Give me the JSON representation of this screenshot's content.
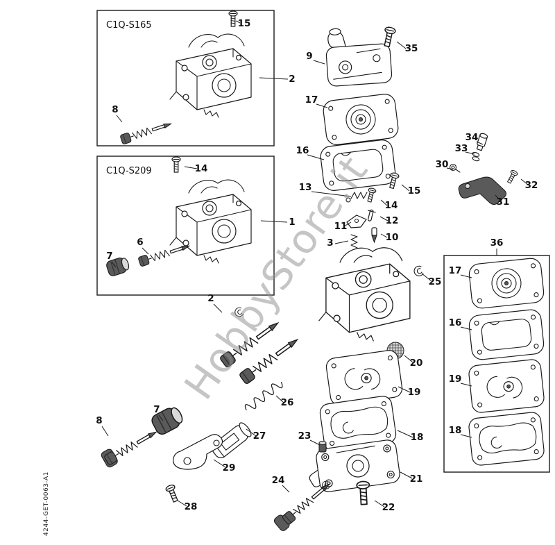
{
  "watermark": "HobbyStore.it",
  "drawing_number": "4244-GET-0063-A1",
  "inset_boxes": {
    "box1_label": "C1Q-S165",
    "box2_label": "C1Q-S209"
  },
  "callouts": [
    "15",
    "2",
    "8",
    "14",
    "1",
    "6",
    "7",
    "9",
    "35",
    "17",
    "16",
    "13",
    "15",
    "14",
    "12",
    "11",
    "10",
    "3",
    "25",
    "34",
    "33",
    "30",
    "32",
    "31",
    "36",
    "17",
    "16",
    "19",
    "18",
    "20",
    "19",
    "18",
    "21",
    "22",
    "23",
    "24",
    "26",
    "27",
    "29",
    "28",
    "2",
    "7",
    "8"
  ],
  "colors": {
    "line": "#1a1a1a",
    "dark_part": "#5a5a5a",
    "watermark": "#8f8f8f",
    "background": "#ffffff"
  }
}
